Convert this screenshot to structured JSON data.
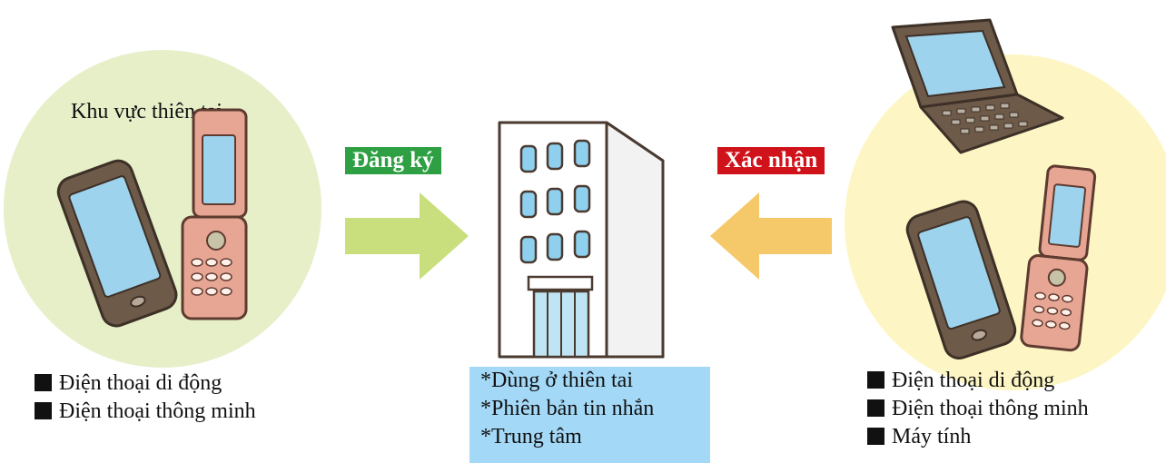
{
  "left_region": {
    "title": "Khu vực thiên tai",
    "items": [
      "Điện thoại di động",
      "Điện thoại thông minh"
    ]
  },
  "center": {
    "items": [
      "*Dùng ở thiên tai",
      "*Phiên bản tin nhắn",
      "*Trung tâm"
    ]
  },
  "right_region": {
    "items": [
      "Điện thoại di động",
      "Điện thoại thông minh",
      "Máy tính"
    ]
  },
  "arrows": {
    "register_label": "Đăng ký",
    "confirm_label": "Xác nhận"
  },
  "colors": {
    "left_circle": "#e6efc8",
    "right_circle": "#fdf6c4",
    "register_badge": "#2ea043",
    "confirm_badge": "#d0121b",
    "left_arrow": "#c9df7e",
    "right_arrow": "#f5c86a",
    "info_box": "#a3d8f6"
  }
}
